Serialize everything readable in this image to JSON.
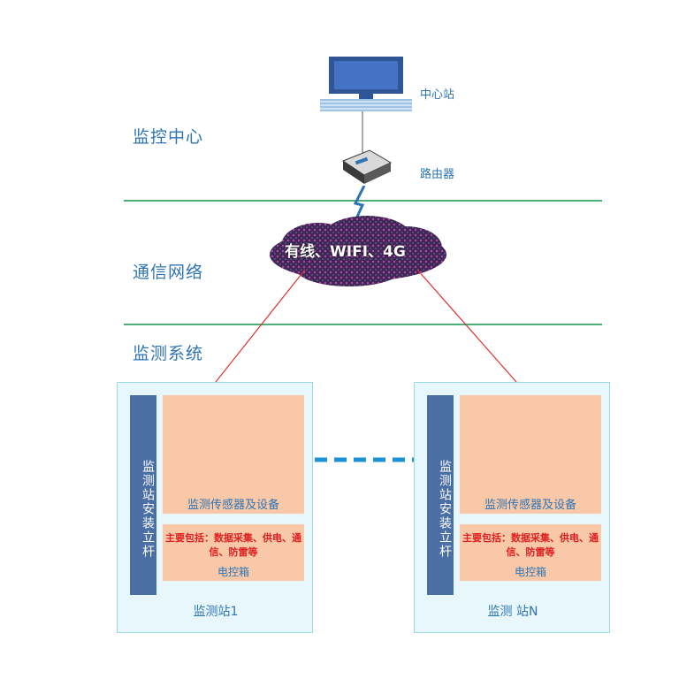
{
  "zones": {
    "center": "监控中心",
    "network": "通信网络",
    "monitoring": "监测系统"
  },
  "devices": {
    "center_station": "中心站",
    "router": "路由器"
  },
  "cloud": {
    "label": "有线、WIFI、4G"
  },
  "stations": [
    {
      "pole_label": "监测站安装立杆",
      "sensor_label": "监测传感器及设备",
      "control_text": "主要包括：数据采集、供电、通信、防雷等",
      "control_label": "电控箱",
      "name": "监测站1"
    },
    {
      "pole_label": "监测站安装立杆",
      "sensor_label": "监测传感器及设备",
      "control_text": "主要包括：数据采集、供电、通信、防雷等",
      "control_label": "电控箱",
      "name": "监测 站N"
    }
  ],
  "colors": {
    "zone_text": "#2e74b5",
    "divider": "#4caf7a",
    "link": "#e03030",
    "pole": "#4a6fa5",
    "box": "#f9c8a8",
    "station_bg": "#e8f7fb",
    "dashed_link": "#1e90d6"
  }
}
